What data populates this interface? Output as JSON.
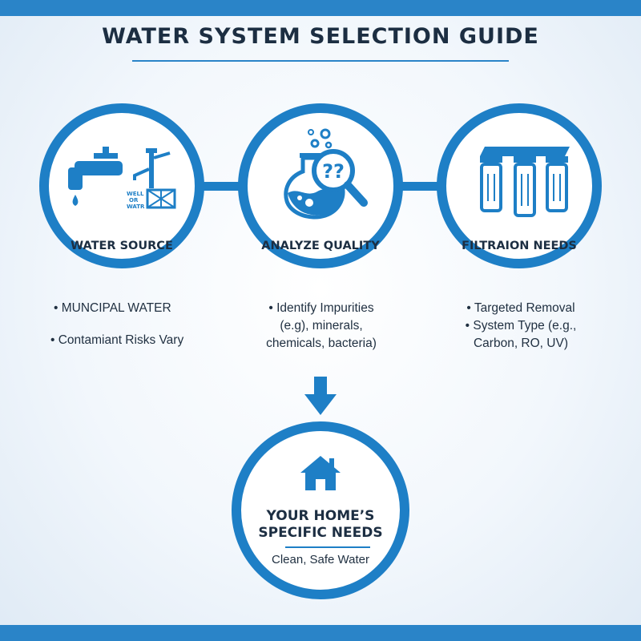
{
  "title": "WATER SYSTEM SELECTION GUIDE",
  "colors": {
    "accent": "#1e7fc6",
    "bar": "#2a84c8",
    "text": "#1c2e42"
  },
  "steps": [
    {
      "label": "WATER SOURCE",
      "icons": [
        "faucet-icon",
        "well-pump-icon"
      ],
      "icon_text": [
        "WELL",
        "OR",
        "WATR"
      ],
      "bullets": [
        {
          "lines": [
            "• MUNCIPAL WATER"
          ]
        },
        {
          "lines": [
            "• Contamiant Risks Vary"
          ]
        }
      ]
    },
    {
      "label": "ANALYZE QUALITY",
      "icons": [
        "flask-icon",
        "magnifier-icon"
      ],
      "icon_text": "??",
      "bullets": [
        {
          "lines": [
            "• Identify Impurities",
            "(e.g), minerals,",
            "chemicals, bacteria)"
          ]
        }
      ]
    },
    {
      "label": "FILTRAION NEEDS",
      "icons": [
        "filter-cartridges-icon"
      ],
      "bullets": [
        {
          "lines": [
            "• Targeted Removal"
          ]
        },
        {
          "lines": [
            "• System Type (e.g.,",
            "Carbon, RO, UV)"
          ]
        }
      ]
    }
  ],
  "result": {
    "icon": "house-icon",
    "title_lines": [
      "YOUR HOME’S",
      "SPECIFIC NEEDS"
    ],
    "subtitle": "Clean, Safe Water"
  }
}
